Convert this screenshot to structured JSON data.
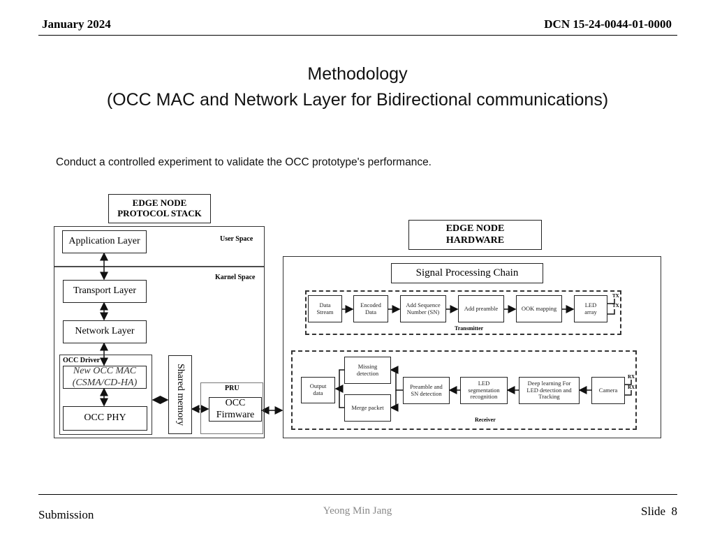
{
  "header": {
    "date": "January 2024",
    "dcn": "DCN 15-24-0044-01-0000"
  },
  "title": {
    "line1": "Methodology",
    "line2": "(OCC MAC and Network Layer for Bidirectional communications)"
  },
  "body": {
    "text": "Conduct a controlled experiment to validate the OCC prototype's performance."
  },
  "protocol_stack": {
    "title_line1": "EDGE NODE",
    "title_line2": "PROTOCOL STACK",
    "user_space": "User Space",
    "kernel_space": "Karnel Space",
    "application_layer": "Application Layer",
    "transport_layer": "Transport Layer",
    "network_layer": "Network Layer",
    "occ_driver": "OCC Driver",
    "mac_line1": "New OCC MAC",
    "mac_line2": "(CSMA/CD-HA)",
    "occ_phy": "OCC PHY",
    "shared_memory": "Shared memory",
    "pru": "PRU",
    "firmware_line1": "OCC",
    "firmware_line2": "Firmware"
  },
  "hardware": {
    "title_line1": "EDGE NODE",
    "title_line2": "HARDWARE",
    "chain_title": "Signal Processing Chain",
    "transmitter": {
      "label": "Transmitter",
      "blocks": [
        {
          "l1": "Data",
          "l2": "Stream"
        },
        {
          "l1": "Encoded",
          "l2": "Data"
        },
        {
          "l1": "Add Sequence",
          "l2": "Number (SN)"
        },
        {
          "l1": "Add preamble",
          "l2": ""
        },
        {
          "l1": "OOK mapping",
          "l2": ""
        },
        {
          "l1": "LED",
          "l2": "array"
        }
      ],
      "tx1": "TX",
      "tx2": "TX"
    },
    "receiver": {
      "label": "Receiver",
      "output": {
        "l1": "Output",
        "l2": "data"
      },
      "missing": {
        "l1": "Missing",
        "l2": "detection"
      },
      "merge": "Merge packet",
      "preamble": {
        "l1": "Preamble and",
        "l2": "SN detection"
      },
      "segmentation": {
        "l1": "LED",
        "l2": "segmentation",
        "l3": "recognition"
      },
      "deep": {
        "l1": "Deep learning For",
        "l2": "LED detection and",
        "l3": "Tracking"
      },
      "camera": "Camera",
      "rx1": "RX",
      "rx2": "RX"
    }
  },
  "footer": {
    "left": "Submission",
    "center": "Yeong Min Jang",
    "slide_label": "Slide",
    "slide_number": "8"
  }
}
